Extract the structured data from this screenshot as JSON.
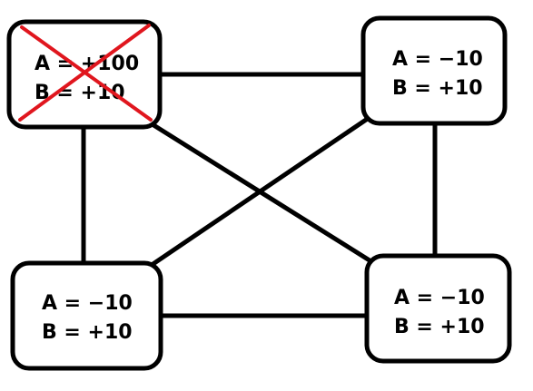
{
  "colors": {
    "line": "#000000",
    "box_fill": "#ffffff",
    "cross": "#e0161e"
  },
  "nodes": [
    {
      "id": "top-left",
      "line_a": "A = +100",
      "line_b": "B = +10",
      "crossed_out": true
    },
    {
      "id": "top-right",
      "line_a": "A = −10",
      "line_b": "B = +10",
      "crossed_out": false
    },
    {
      "id": "bottom-left",
      "line_a": "A = −10",
      "line_b": "B = +10",
      "crossed_out": false
    },
    {
      "id": "bottom-right",
      "line_a": "A = −10",
      "line_b": "B = +10",
      "crossed_out": false
    }
  ],
  "edges": [
    [
      "top-left",
      "top-right"
    ],
    [
      "top-left",
      "bottom-left"
    ],
    [
      "top-left",
      "bottom-right"
    ],
    [
      "top-right",
      "bottom-left"
    ],
    [
      "top-right",
      "bottom-right"
    ],
    [
      "bottom-left",
      "bottom-right"
    ]
  ]
}
